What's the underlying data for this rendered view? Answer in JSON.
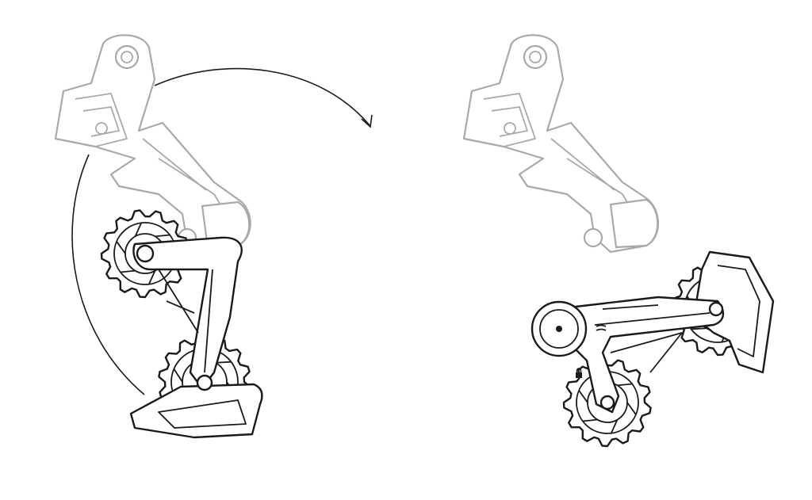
{
  "colors": {
    "ink": "#1a1a1a",
    "gray": "#a9a9a9",
    "background": "#ffffff"
  },
  "figures": [
    {
      "name": "derailleur-before-rotation",
      "icons": [
        "cog-icon",
        "cog-icon"
      ]
    },
    {
      "name": "derailleur-after-rotation",
      "icons": [
        "cog-icon",
        "cog-icon",
        "lock-icon"
      ]
    }
  ],
  "rotation_arrow": {
    "direction": "clockwise",
    "icon": "curved-arrow-icon"
  }
}
